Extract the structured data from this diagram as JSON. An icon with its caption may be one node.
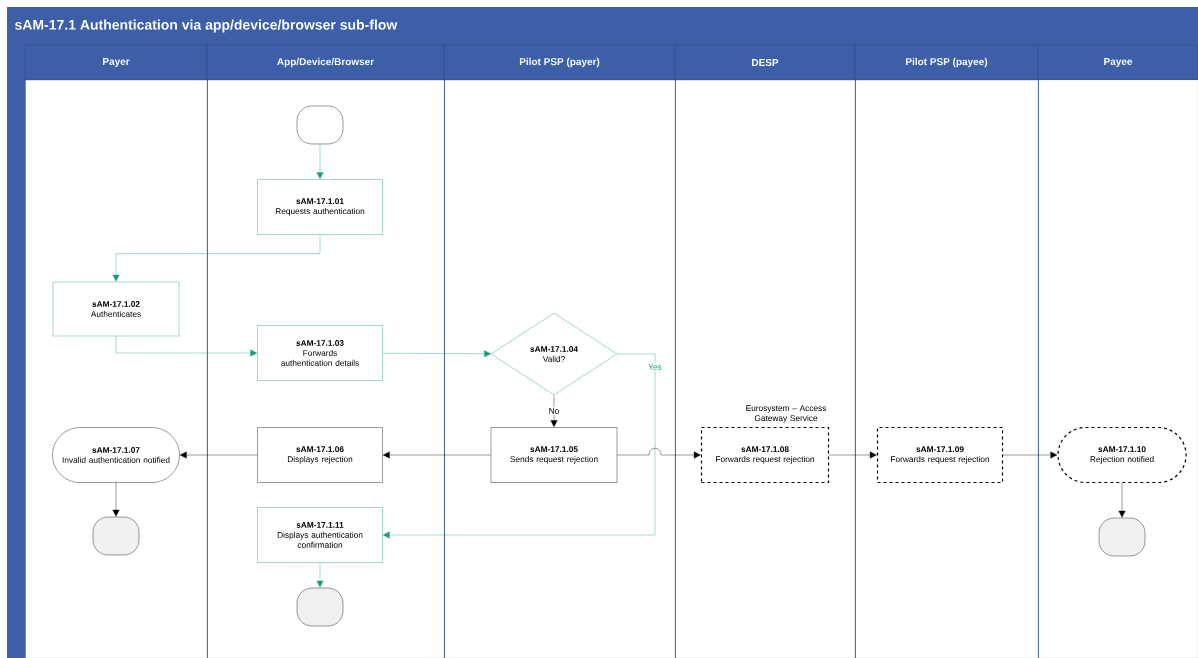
{
  "diagram": {
    "title": "sAM-17.1 Authentication via app/device/browser sub-flow",
    "nodes": [
      {
        "text": [
          "Payer"
        ]
      },
      {
        "text": [
          "App/Device/Browser"
        ]
      },
      {
        "text": [
          "Pilot PSP (payer)"
        ]
      },
      {
        "text": [
          "DESP"
        ]
      },
      {
        "text": [
          "Pilot PSP (payee)"
        ]
      },
      {
        "text": [
          "Payee"
        ]
      },
      {
        "text": [],
        "shape": "oval",
        "in": 1
      },
      {
        "text": [
          "sAM-17.1.01",
          "Requests authentication"
        ],
        "in": 1
      },
      {
        "text": [
          "sAM-17.1.02",
          "Authenticates"
        ],
        "in": 0
      },
      {
        "text": [
          "sAM-17.1.03",
          "Forwards authentication details"
        ],
        "in": 1
      },
      {
        "text": [
          "sAM-17.1.04",
          "Valid?"
        ],
        "in": 2
      },
      {
        "text": [
          "sAM-17.1.05",
          "Sends request rejection"
        ],
        "in": 2
      },
      {
        "text": [
          "sAM-17.1.06",
          "Displays rejection"
        ],
        "in": 1
      },
      {
        "text": [
          "sAM-17.1.07",
          "Invalid authentication notified"
        ],
        "in": 0
      },
      {
        "text": [],
        "shape": "oval",
        "in": 0
      },
      {
        "text": [
          "sAM-17.1.11",
          "Displays authentication confirmation"
        ],
        "in": 1
      },
      {
        "text": [],
        "shape": "oval",
        "in": 1
      },
      {
        "text": [
          "sAM-17.1.08",
          "Forwards request rejection"
        ],
        "beside": [
          "Eurosystem – Access Gateway Service"
        ],
        "in": 3
      },
      {
        "text": [
          "sAM-17.1.09",
          "Forwards request rejection"
        ],
        "in": 4
      },
      {
        "text": [
          "sAM-17.1.10",
          "Rejection notified"
        ],
        "in": 5
      },
      {
        "text": [],
        "shape": "oval",
        "in": 5
      }
    ],
    "edges": [
      {
        "from": 6,
        "to": 7,
        "arrow": "to",
        "color": "#1a9c82"
      },
      {
        "from": 7,
        "to": 8,
        "arrow": "to",
        "color": "#1a9c82"
      },
      {
        "from": 8,
        "to": 9,
        "arrow": "to",
        "color": "#1a9c82"
      },
      {
        "from": 9,
        "to": 10,
        "arrow": "to",
        "color": "#1a9c82"
      },
      {
        "from": 10,
        "to": 11,
        "arrow": "to",
        "label": "No"
      },
      {
        "from": 10,
        "to": 15,
        "arrow": "to",
        "label": "Yes",
        "color": "#1a9c82"
      },
      {
        "from": 11,
        "to": 12,
        "arrow": "to"
      },
      {
        "from": 12,
        "to": 13,
        "arrow": "to"
      },
      {
        "from": 13,
        "to": 14,
        "arrow": "to"
      },
      {
        "from": 11,
        "to": 17,
        "arrow": "to"
      },
      {
        "from": 17,
        "to": 18,
        "arrow": "to"
      },
      {
        "from": 18,
        "to": 19,
        "arrow": "to"
      },
      {
        "from": 19,
        "to": 20,
        "arrow": "to"
      },
      {
        "from": 15,
        "to": 16,
        "arrow": "to",
        "color": "#1a9c82"
      }
    ]
  }
}
